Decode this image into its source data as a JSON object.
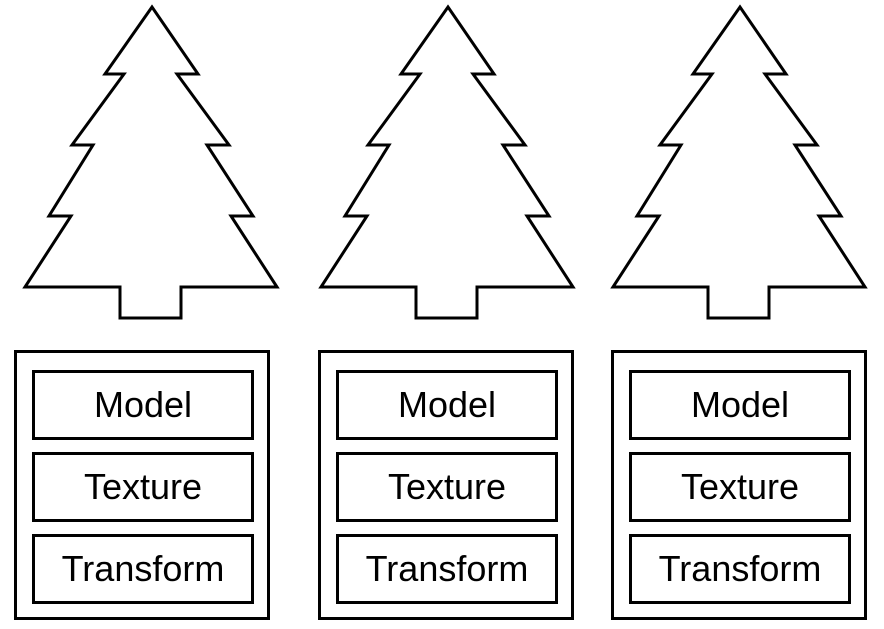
{
  "objects": [
    {
      "fields": [
        "Model",
        "Texture",
        "Transform"
      ]
    },
    {
      "fields": [
        "Model",
        "Texture",
        "Transform"
      ]
    },
    {
      "fields": [
        "Model",
        "Texture",
        "Transform"
      ]
    }
  ],
  "icons": {
    "tree": "tree-outline-icon"
  },
  "colors": {
    "stroke": "#000000",
    "background": "#ffffff"
  }
}
